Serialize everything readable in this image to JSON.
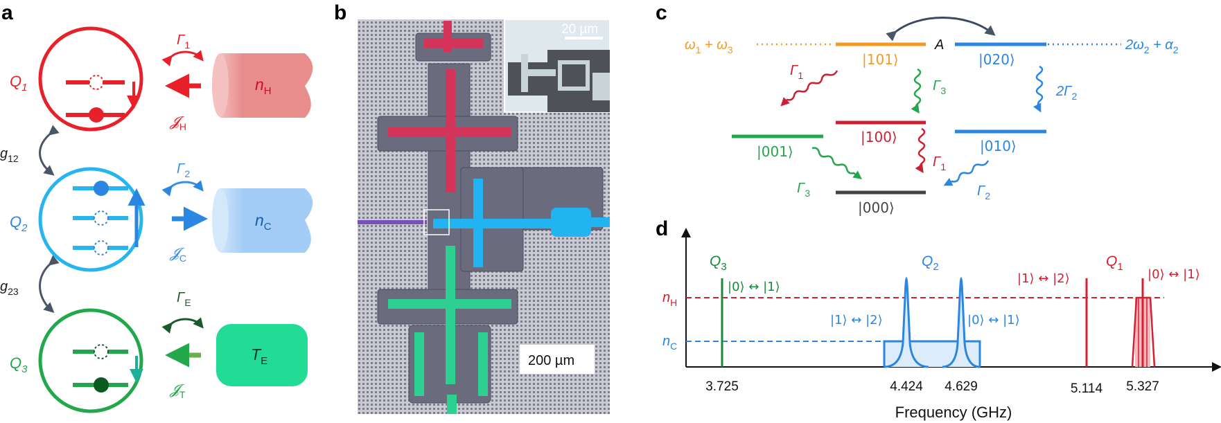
{
  "panels": {
    "a": {
      "label": "a",
      "qubits": [
        {
          "name": "Q",
          "sub": "1",
          "color": "#e8202a"
        },
        {
          "name": "Q",
          "sub": "2",
          "color": "#26b5ef"
        },
        {
          "name": "Q",
          "sub": "3",
          "color": "#22a84a"
        }
      ],
      "couplings": [
        {
          "name": "g",
          "sub": "12"
        },
        {
          "name": "g",
          "sub": "23"
        }
      ],
      "rates": [
        {
          "name": "Γ",
          "sub": "1",
          "color": "#e8202a"
        },
        {
          "name": "Γ",
          "sub": "2",
          "color": "#3a8ee0"
        },
        {
          "name": "Γ",
          "sub": "E",
          "color": "#1a5a2a"
        }
      ],
      "currents": [
        {
          "name": "𝓙",
          "sub": "H",
          "color": "#e8202a"
        },
        {
          "name": "𝓙",
          "sub": "C",
          "color": "#3a8ee0"
        },
        {
          "name": "𝓙",
          "sub": "T",
          "color": "#22a84a"
        }
      ],
      "baths": [
        {
          "name": "n",
          "sub": "H",
          "color": "#e8888a"
        },
        {
          "name": "n",
          "sub": "C",
          "color": "#9ecbf7"
        },
        {
          "name": "T",
          "sub": "E",
          "color": "#22dc96"
        }
      ]
    },
    "b": {
      "label": "b",
      "scale_main": "200 µm",
      "scale_inset": "20 µm"
    },
    "c": {
      "label": "c",
      "levels": {
        "l101": "|101⟩",
        "l020": "|020⟩",
        "l001": "|001⟩",
        "l100": "|100⟩",
        "l010": "|010⟩",
        "l000": "|000⟩"
      },
      "left_energy": "ω",
      "left_energy_sub1": "1",
      "left_energy_plus": " + ω",
      "left_energy_sub2": "3",
      "right_energy": "2ω",
      "right_energy_sub1": "2",
      "right_energy_plus": " + α",
      "right_energy_sub2": "2",
      "coupling_label": "A",
      "decays": [
        {
          "name": "Γ",
          "sub": "1",
          "color": "#cc2030"
        },
        {
          "name": "Γ",
          "sub": "3",
          "color": "#22a84a"
        },
        {
          "name": "2Γ",
          "sub": "2",
          "color": "#2a86e0"
        },
        {
          "name": "Γ",
          "sub": "1",
          "color": "#cc2030"
        },
        {
          "name": "Γ",
          "sub": "3",
          "color": "#22a84a"
        },
        {
          "name": "Γ",
          "sub": "2",
          "color": "#2a86e0"
        }
      ]
    },
    "d": {
      "label": "d",
      "xlabel": "Frequency (GHz)",
      "y_levels": [
        {
          "name": "n",
          "sub": "H",
          "color": "#d42030"
        },
        {
          "name": "n",
          "sub": "C",
          "color": "#2a86e0"
        }
      ],
      "peak_labels": [
        {
          "name": "Q",
          "sub": "3",
          "color": "#1a8a3a"
        },
        {
          "name": "Q",
          "sub": "2",
          "color": "#2a86e0"
        },
        {
          "name": "Q",
          "sub": "1",
          "color": "#d42030"
        }
      ],
      "transition_labels": [
        {
          "text": "|0⟩ ↔ |1⟩",
          "color": "#1a8a3a"
        },
        {
          "text": "|1⟩ ↔ |2⟩",
          "color": "#2a86e0"
        },
        {
          "text": "|0⟩ ↔ |1⟩",
          "color": "#2a86e0"
        },
        {
          "text": "|1⟩ ↔ |2⟩",
          "color": "#d42030"
        },
        {
          "text": "|0⟩ ↔ |1⟩",
          "color": "#d42030"
        }
      ]
    }
  },
  "chart_data": {
    "type": "line",
    "xlabel": "Frequency (GHz)",
    "ticks": [
      "3.725",
      "4.424",
      "4.629",
      "5.114",
      "5.327"
    ],
    "x": [
      3.725,
      4.424,
      4.629,
      5.114,
      5.327
    ],
    "series": [
      {
        "name": "Q3",
        "values": [
          3.725
        ],
        "color": "#1a8a3a"
      },
      {
        "name": "Q2",
        "values": [
          4.424,
          4.629
        ],
        "color": "#2a86e0"
      },
      {
        "name": "Q1",
        "values": [
          5.114,
          5.327
        ],
        "color": "#d42030"
      }
    ],
    "hlines": [
      "nH",
      "nC"
    ]
  }
}
